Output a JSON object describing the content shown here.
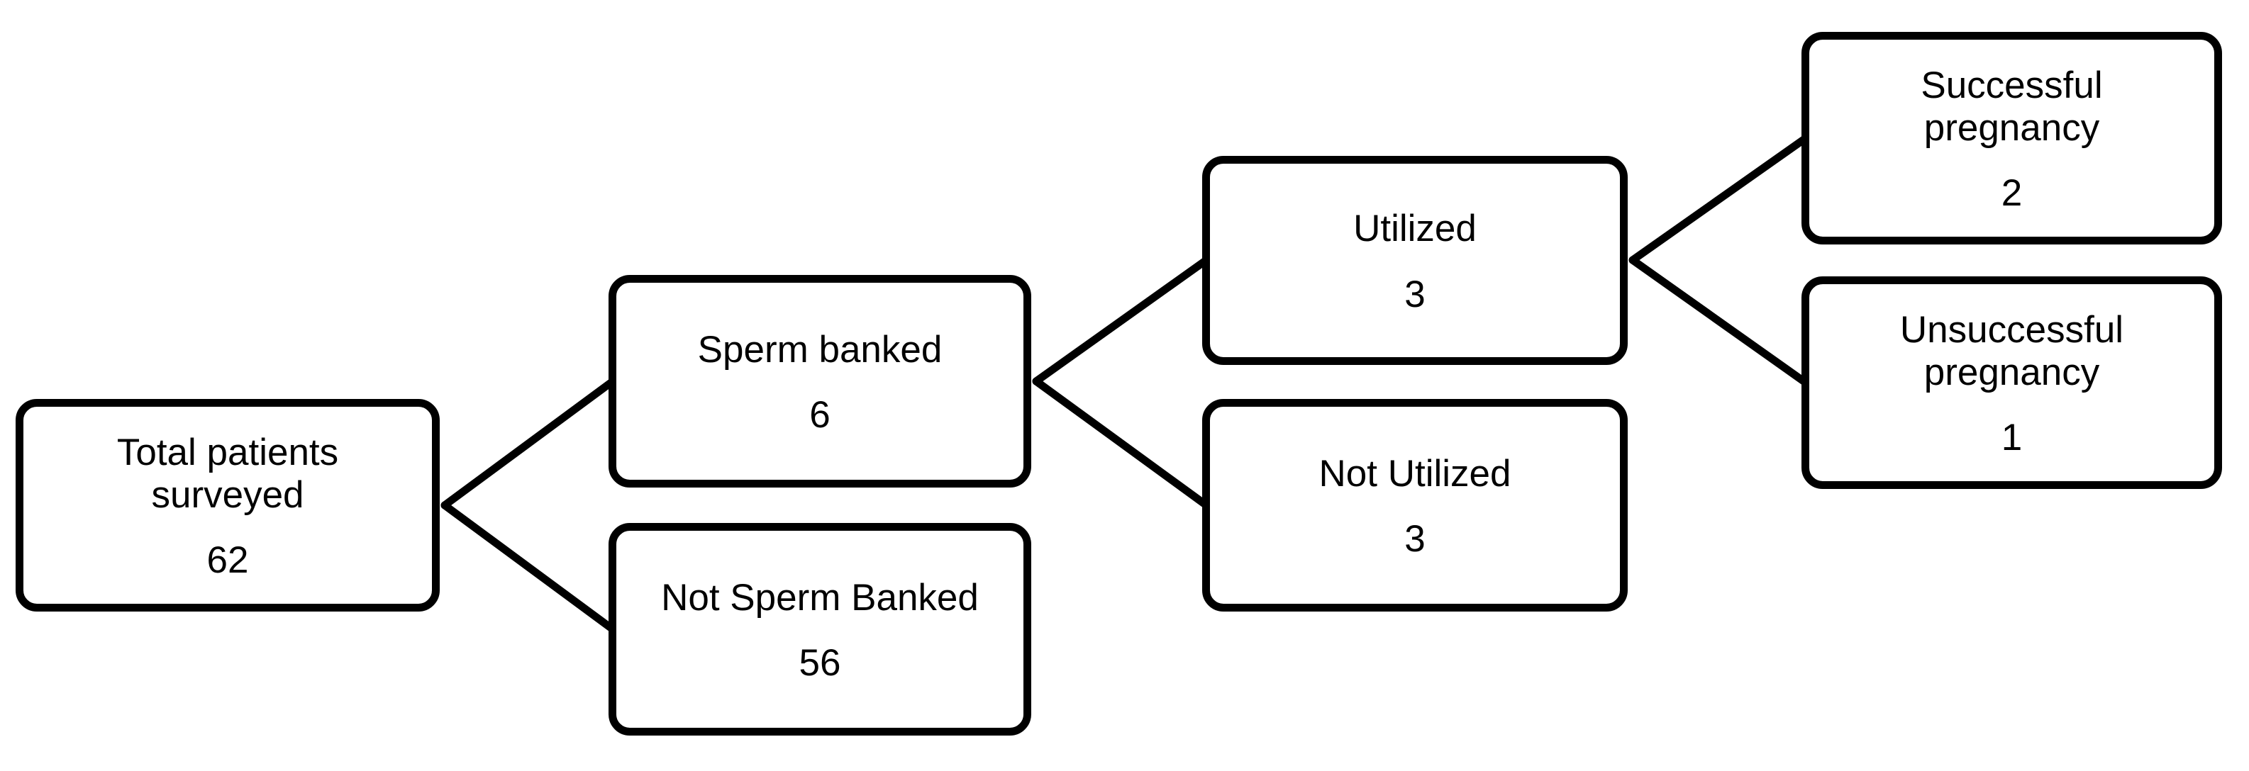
{
  "diagram": {
    "title": "",
    "background_color": "#ffffff",
    "line_color": "#000000",
    "nodes": [
      {
        "id": "total-patients",
        "label": "Total patients\nsurveyed",
        "value": "62"
      },
      {
        "id": "sperm-banked",
        "label": "Sperm banked",
        "value": "6"
      },
      {
        "id": "not-sperm-banked",
        "label": "Not Sperm Banked",
        "value": "56"
      },
      {
        "id": "utilized",
        "label": "Utilized",
        "value": "3"
      },
      {
        "id": "not-utilized",
        "label": "Not Utilized",
        "value": "3"
      },
      {
        "id": "successful-pregnancy",
        "label": "Successful\npregnancy",
        "value": "2"
      },
      {
        "id": "unsuccessful-pregnancy",
        "label": "Unsuccessful\npregnancy",
        "value": "1"
      }
    ],
    "edges": [
      {
        "from": "total-patients",
        "to": "sperm-banked"
      },
      {
        "from": "total-patients",
        "to": "not-sperm-banked"
      },
      {
        "from": "sperm-banked",
        "to": "utilized"
      },
      {
        "from": "sperm-banked",
        "to": "not-utilized"
      },
      {
        "from": "utilized",
        "to": "successful-pregnancy"
      },
      {
        "from": "utilized",
        "to": "unsuccessful-pregnancy"
      }
    ]
  }
}
